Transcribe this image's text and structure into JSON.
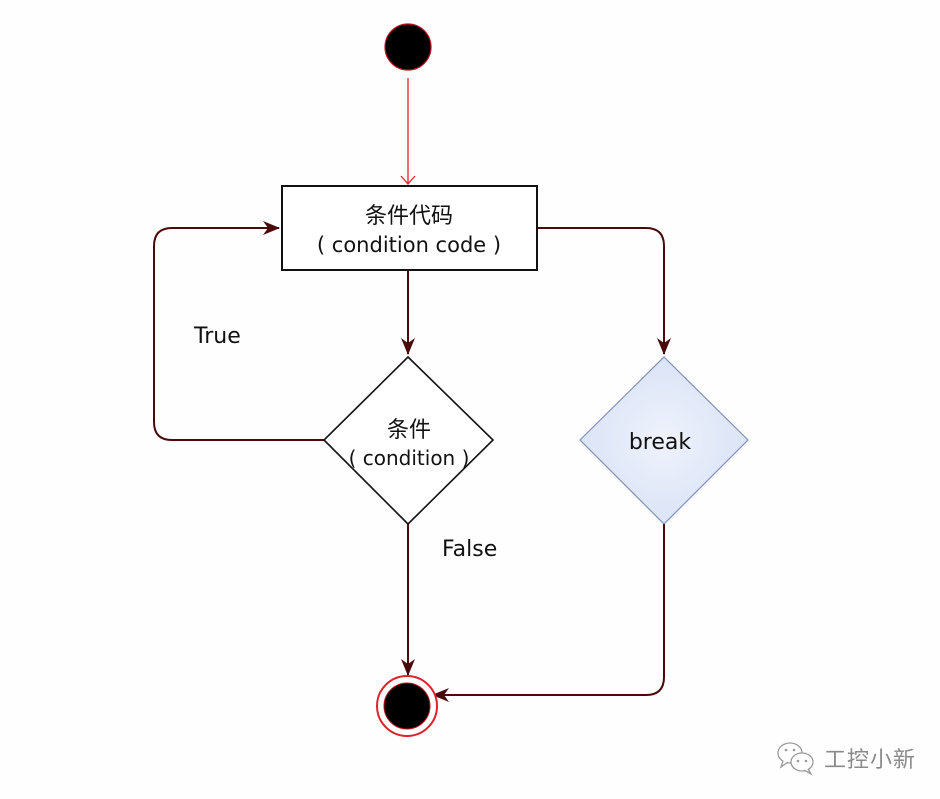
{
  "diagram": {
    "type": "UML activity diagram (loop with break)",
    "nodes": {
      "start": {
        "kind": "initial-node"
      },
      "process": {
        "kind": "action",
        "label_cn": "条件代码",
        "label_en": "( condition code )"
      },
      "condition": {
        "kind": "decision",
        "label_cn": "条件",
        "label_en": "( condition )"
      },
      "break": {
        "kind": "decision",
        "label": "break"
      },
      "end": {
        "kind": "final-node"
      }
    },
    "edges": [
      {
        "from": "start",
        "to": "process",
        "label": ""
      },
      {
        "from": "process",
        "to": "condition",
        "label": ""
      },
      {
        "from": "condition",
        "to": "process",
        "label": "True"
      },
      {
        "from": "condition",
        "to": "end",
        "label": "False"
      },
      {
        "from": "process",
        "to": "break",
        "label": ""
      },
      {
        "from": "break",
        "to": "end",
        "label": ""
      }
    ],
    "edge_labels": {
      "true": "True",
      "false": "False"
    }
  },
  "watermark": {
    "icon": "wechat-icon",
    "text": "工控小新"
  },
  "colors": {
    "start_arrow": "#e0202a",
    "edge": "#4a0a0a",
    "node_fill": "#000000",
    "final_ring": "#e0202a",
    "break_fill": "#dde6f7",
    "break_stroke": "#8090b8",
    "box_stroke": "#111111",
    "watermark": "#8a8a8a"
  }
}
